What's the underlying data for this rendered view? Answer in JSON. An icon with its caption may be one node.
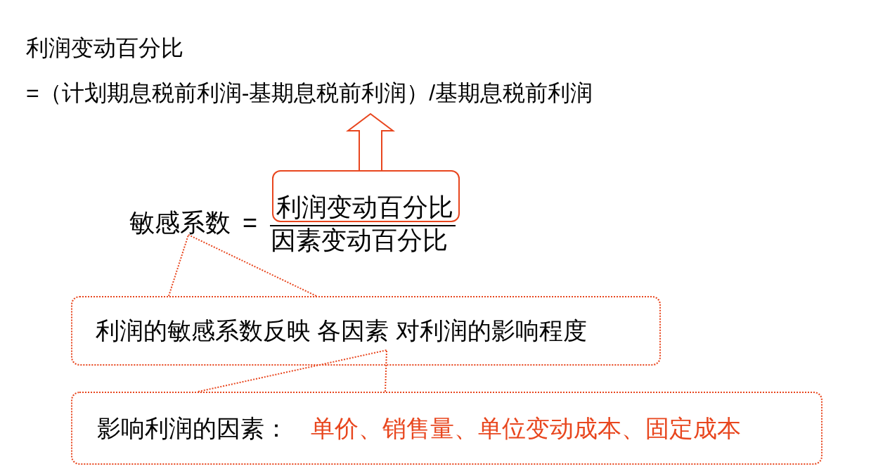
{
  "diagram": {
    "nodes": [
      {
        "text": [
          "利润变动百分比",
          "=（计划期息税前利润-基期息税前利润）/基期息税前利润"
        ]
      },
      {
        "text": [
          "敏感系数"
        ]
      },
      {
        "text": [
          "利润变动百分比"
        ]
      },
      {
        "text": [
          "利润的敏感系数反映 各因素 对利润的影响程度"
        ]
      },
      {
        "text": [
          "影响利润的因素：",
          "单价、销售量、单位变动成本、固定成本"
        ]
      }
    ],
    "edges": [
      {
        "from": 2,
        "to": 0,
        "arrow": "to"
      },
      {
        "from": 3,
        "to": 1,
        "arrow": "none",
        "style": "dashed"
      },
      {
        "from": 4,
        "to": 3,
        "arrow": "none",
        "style": "dashed"
      }
    ],
    "labels": [
      "=",
      "因素变动百分比"
    ]
  }
}
